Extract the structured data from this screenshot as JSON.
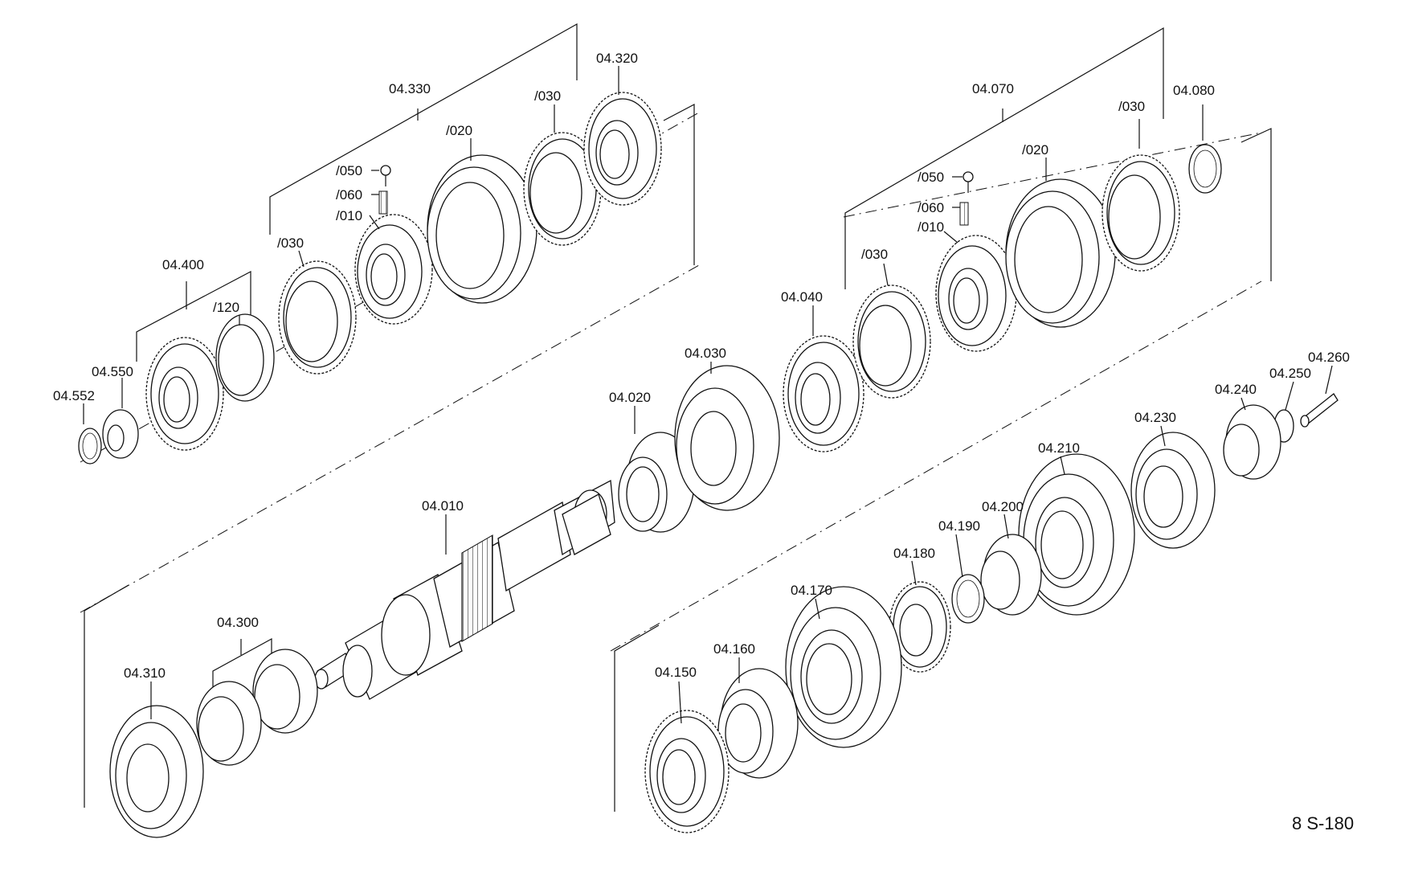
{
  "drawing_ref": "8 S-180",
  "labels": {
    "l04330": "04.330",
    "l04320": "04.320",
    "lA030a": "/030",
    "lA020": "/020",
    "lA050": "/050",
    "lA060": "/060",
    "lA010": "/010",
    "lA030b": "/030",
    "l04400": "04.400",
    "l120": "/120",
    "l04550": "04.550",
    "l04552": "04.552",
    "l04070": "04.070",
    "l04080": "04.080",
    "lB030a": "/030",
    "lB020": "/020",
    "lB050": "/050",
    "lB060": "/060",
    "lB010": "/010",
    "lB030b": "/030",
    "l04040": "04.040",
    "l04030": "04.030",
    "l04020": "04.020",
    "l04010": "04.010",
    "l04260": "04.260",
    "l04250": "04.250",
    "l04240": "04.240",
    "l04230": "04.230",
    "l04210": "04.210",
    "l04200": "04.200",
    "l04190": "04.190",
    "l04180": "04.180",
    "l04170": "04.170",
    "l04160": "04.160",
    "l04150": "04.150",
    "l04300": "04.300",
    "l04310": "04.310"
  }
}
